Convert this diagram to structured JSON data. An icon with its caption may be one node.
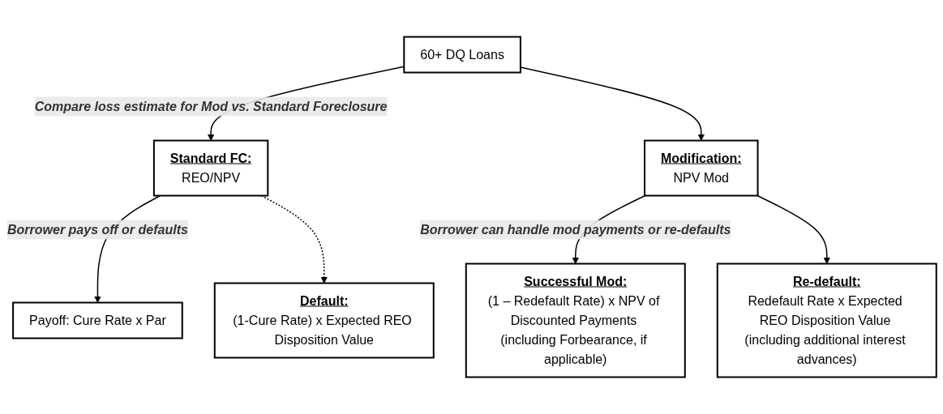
{
  "diagram": {
    "nodes": [
      {
        "text": [
          "60+ DQ Loans"
        ]
      },
      {
        "text": [
          "Standard FC:",
          "REO/NPV"
        ]
      },
      {
        "text": [
          "Modification:",
          "NPV Mod"
        ]
      },
      {
        "text": [
          "Payoff: Cure Rate x Par"
        ]
      },
      {
        "text": [
          "Default:",
          "(1-Cure Rate) x Expected REO Disposition Value"
        ]
      },
      {
        "text": [
          "Successful Mod:",
          "(1 – Redefault Rate) x NPV of Discounted Payments (including Forbearance, if applicable)"
        ]
      },
      {
        "text": [
          "Re-default:",
          "Redefault Rate x Expected REO Disposition Value (including additional interest advances)"
        ]
      }
    ],
    "edges": [
      {
        "from": 0,
        "to": 1,
        "arrow": "to",
        "label": "Compare loss estimate for Mod vs. Standard Foreclosure"
      },
      {
        "from": 0,
        "to": 2,
        "arrow": "to"
      },
      {
        "from": 1,
        "to": 3,
        "arrow": "to",
        "label": "Borrower pays off or defaults"
      },
      {
        "from": 1,
        "to": 4,
        "arrow": "to",
        "style": "dashed"
      },
      {
        "from": 2,
        "to": 5,
        "arrow": "to",
        "label": "Borrower can handle mod payments or re-defaults"
      },
      {
        "from": 2,
        "to": 6,
        "arrow": "to"
      }
    ]
  }
}
